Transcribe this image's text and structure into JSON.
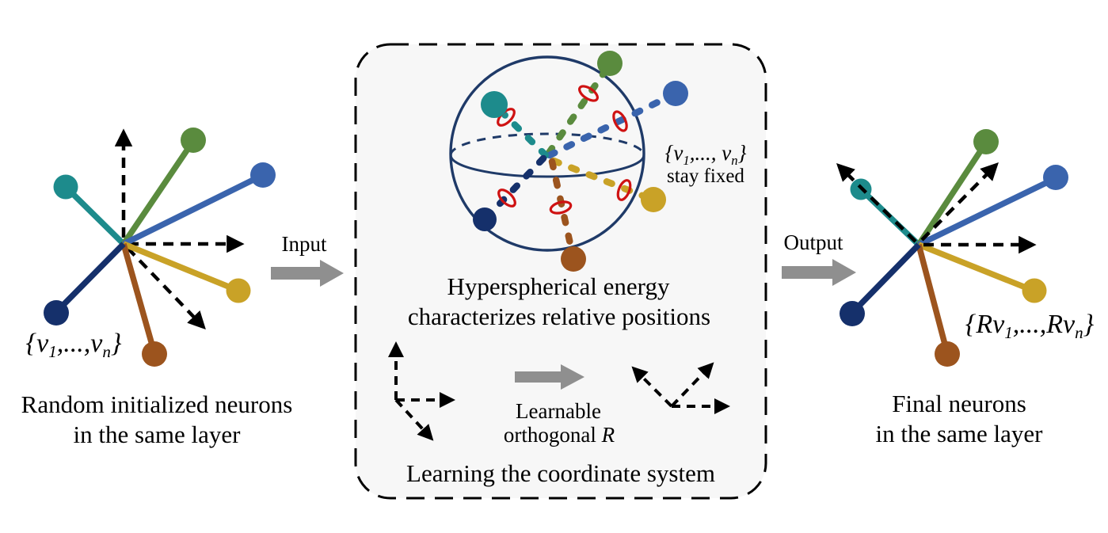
{
  "figure": {
    "left": {
      "math_label": {
        "open": "{v",
        "sub1": "1",
        "mid": ",...,v",
        "subn": "n",
        "close": "}"
      },
      "caption1": "Random initialized neurons",
      "caption2": "in the same layer"
    },
    "input_label": "Input",
    "output_label": "Output",
    "box": {
      "sphere_label": {
        "open": "{v",
        "sub1": "1",
        "mid": ",..., v",
        "subn": "n",
        "close": "}"
      },
      "sphere_note": "stay fixed",
      "energy1": "Hyperspherical energy",
      "energy2": "characterizes relative positions",
      "learnable": "Learnable",
      "orthogonal": "orthogonal ",
      "orthogonal_math": "R",
      "caption": "Learning the coordinate system"
    },
    "right": {
      "math_label": {
        "open": "{Rv",
        "sub1": "1",
        "mid": ",...,Rv",
        "subn": "n",
        "close": "}"
      },
      "caption1": "Final neurons",
      "caption2": "in the same layer"
    }
  },
  "colors": {
    "teal": "#1d8b8c",
    "green": "#5a8b3e",
    "blue": "#3a64ad",
    "gold": "#c9a227",
    "brown": "#9c541e",
    "navy": "#15306b",
    "outline": "#1f3a68",
    "ring": "#cf1212",
    "gray": "#8f8f8f",
    "box_fill": "#f7f7f7"
  }
}
